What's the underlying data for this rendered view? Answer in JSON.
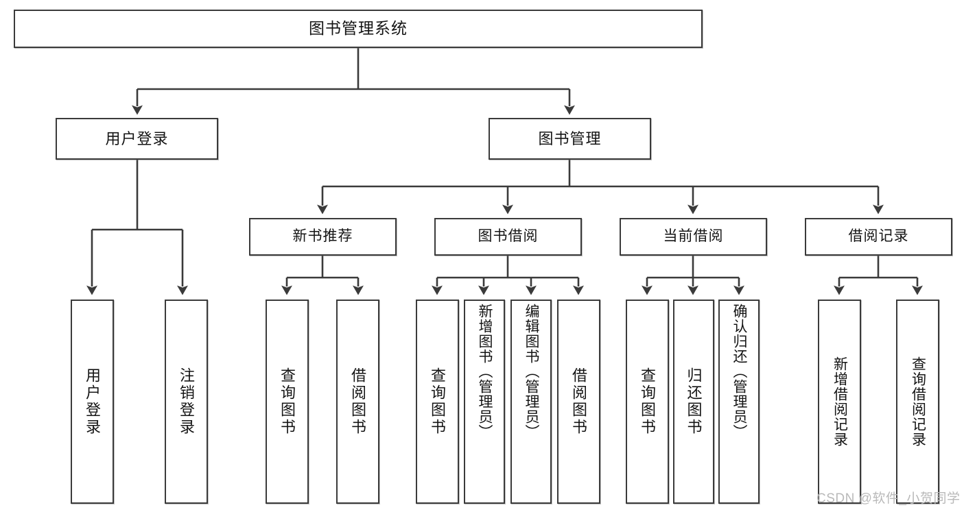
{
  "diagram": {
    "title": "图书管理系统",
    "type": "tree-hierarchy",
    "root": {
      "label": "图书管理系统"
    },
    "level1": [
      {
        "label": "用户登录"
      },
      {
        "label": "图书管理"
      }
    ],
    "level2": [
      {
        "label": "新书推荐"
      },
      {
        "label": "图书借阅"
      },
      {
        "label": "当前借阅"
      },
      {
        "label": "借阅记录"
      }
    ],
    "leaves": {
      "user_login": [
        {
          "label": "用户登录"
        },
        {
          "label": "注销登录"
        }
      ],
      "new_book_recommend": [
        {
          "label": "查询图书"
        },
        {
          "label": "借阅图书"
        }
      ],
      "book_borrow": [
        {
          "label": "查询图书"
        },
        {
          "label": "新增图书（管理员）"
        },
        {
          "label": "编辑图书（管理员）"
        },
        {
          "label": "借阅图书"
        }
      ],
      "current_borrow": [
        {
          "label": "查询图书"
        },
        {
          "label": "归还图书"
        },
        {
          "label": "确认归还（管理员）"
        }
      ],
      "borrow_record": [
        {
          "label": "新增借阅记录"
        },
        {
          "label": "查询借阅记录"
        }
      ]
    }
  },
  "watermark": {
    "text": "CSDN @软件_小贺同学"
  },
  "colors": {
    "stroke": "#3a3a3a",
    "box_fill": "#ffffff",
    "text": "#141414",
    "watermark": "#b9b9b9"
  }
}
